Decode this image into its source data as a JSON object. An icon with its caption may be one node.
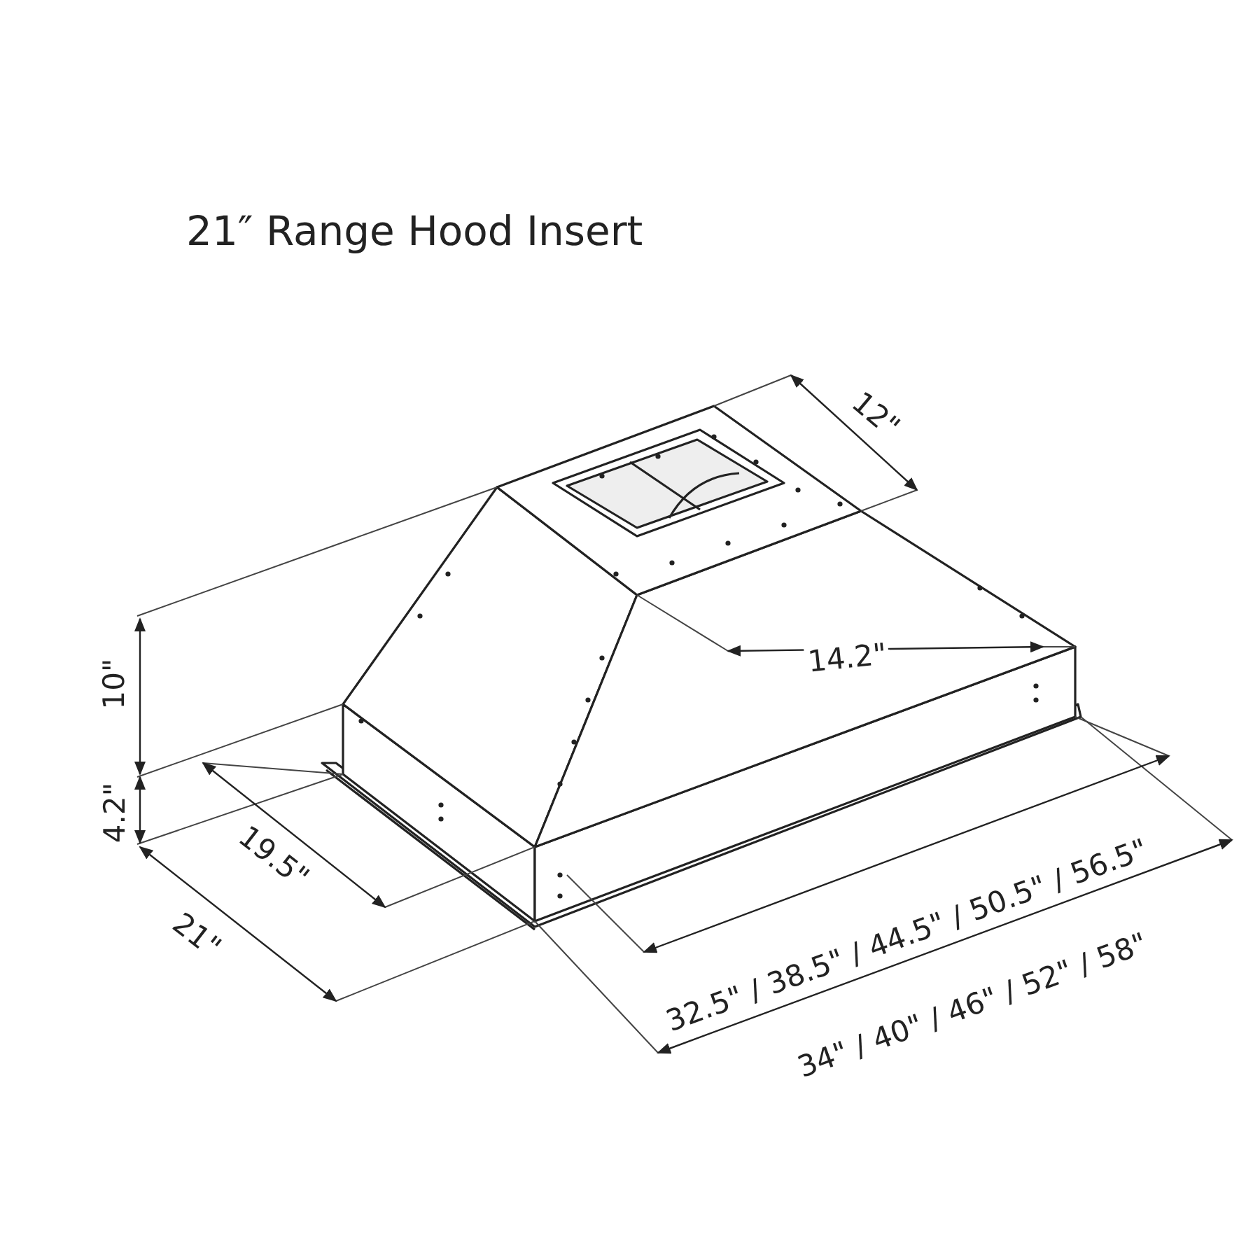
{
  "diagram": {
    "title": "21″ Range Hood Insert",
    "labels": [
      "12\"",
      "10\"",
      "4.2\"",
      "19.5\"",
      "21\"",
      "14.2\"",
      "32.5\" / 38.5\" / 44.5\" / 50.5\" / 56.5\"",
      "34\" / 40\" / 46\" / 52\" / 58\""
    ]
  }
}
